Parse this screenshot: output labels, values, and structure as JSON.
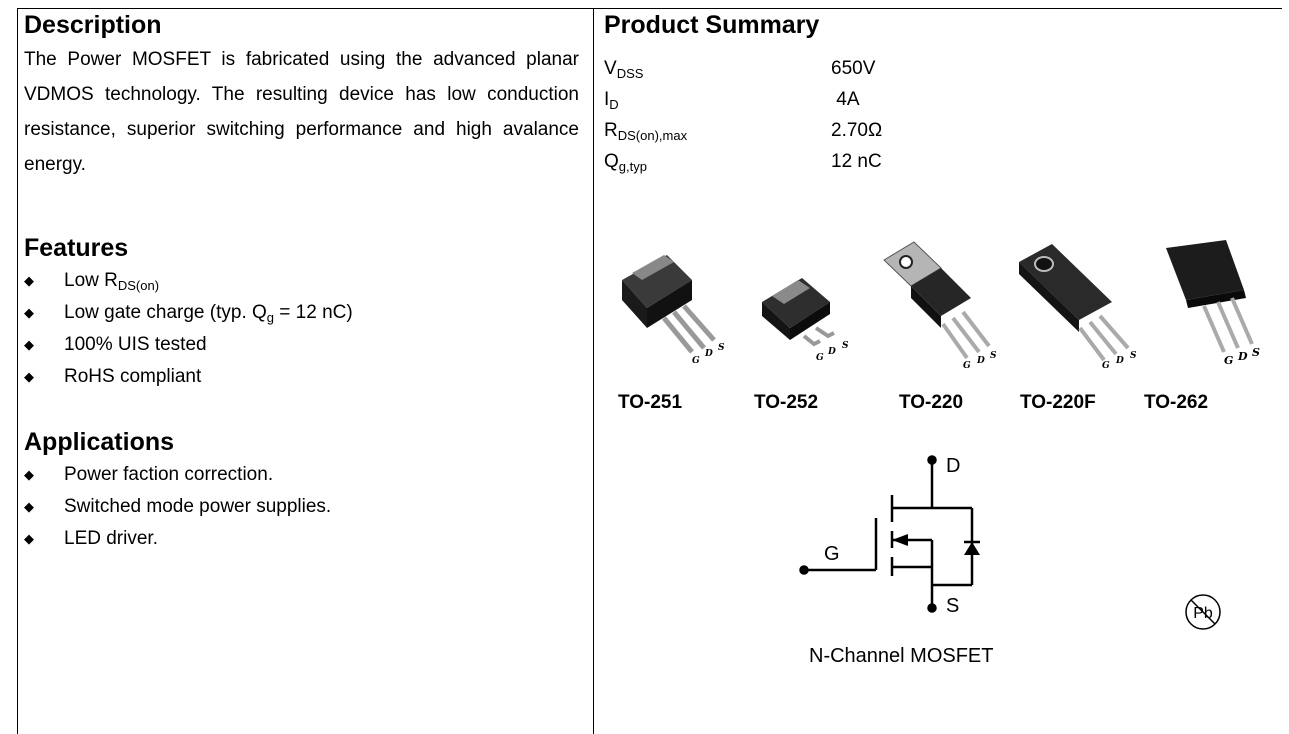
{
  "description": {
    "heading": "Description",
    "text": "The Power MOSFET is fabricated using the advanced planar VDMOS technology. The resulting device has low conduction resistance, superior switching performance and high avalance energy."
  },
  "features": {
    "heading": "Features",
    "items": [
      {
        "text": "Low R",
        "sub": "DS(on)",
        "tail": ""
      },
      {
        "text": "Low gate charge (typ. Q",
        "sub": "g",
        "tail": " = 12 nC)"
      },
      {
        "text": "100% UIS tested",
        "sub": "",
        "tail": ""
      },
      {
        "text": "RoHS compliant",
        "sub": "",
        "tail": ""
      }
    ]
  },
  "applications": {
    "heading": "Applications",
    "items": [
      "Power faction correction.",
      "Switched mode power supplies.",
      "LED driver."
    ]
  },
  "product_summary": {
    "heading": "Product Summary",
    "rows": [
      {
        "param": "V",
        "param_sub": "DSS",
        "value": "650V"
      },
      {
        "param": "I",
        "param_sub": "D",
        "value": " 4A"
      },
      {
        "param": "R",
        "param_sub": "DS(on),max",
        "value": "2.70Ω"
      },
      {
        "param": "Q",
        "param_sub": "g,typ",
        "value": "12 nC"
      }
    ]
  },
  "packages": [
    "TO-251",
    "TO-252",
    "TO-220",
    "TO-220F",
    "TO-262"
  ],
  "pin_labels": {
    "g": "G",
    "d": "D",
    "s": "S"
  },
  "schematic": {
    "drain_label": "D",
    "gate_label": "G",
    "source_label": "S",
    "caption": "N-Channel MOSFET"
  },
  "pb_free_mark": "Pb",
  "bullet_glyph": "◆"
}
